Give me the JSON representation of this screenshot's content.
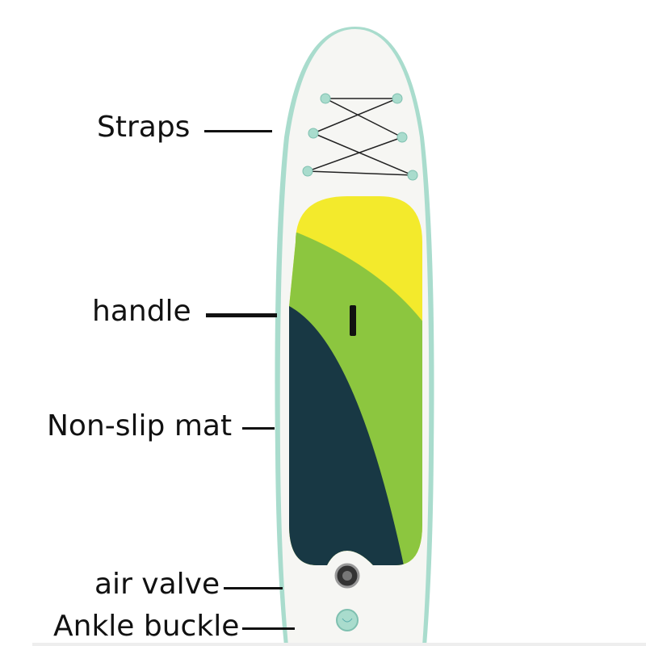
{
  "labels": {
    "straps": "Straps",
    "handle": "handle",
    "mat": "Non-slip mat",
    "valve": "air valve",
    "buckle": "Ankle buckle"
  },
  "colors": {
    "yellow": "#f3ea2c",
    "green": "#8cc63f",
    "navy": "#183844",
    "rail": "#a9dccd",
    "deck": "#f6f6f3"
  }
}
